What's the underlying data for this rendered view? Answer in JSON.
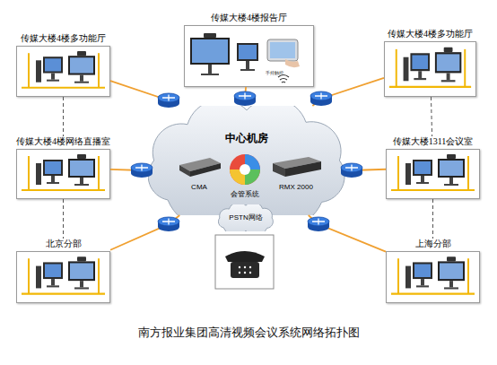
{
  "diagram": {
    "title": "南方报业集团高清视频会议系统网络拓扑图",
    "nodes": [
      {
        "text": [
          "传媒大楼4楼多功能厅"
        ]
      },
      {
        "text": [
          "传媒大楼4楼报告厅"
        ]
      },
      {
        "text": [
          "传媒大楼4楼多功能厅"
        ]
      },
      {
        "text": [
          "传媒大楼4楼网络直播室"
        ]
      },
      {
        "text": [
          "中心机房"
        ]
      },
      {
        "text": [
          "CMA"
        ],
        "in": 4
      },
      {
        "text": [
          "会管系统"
        ],
        "in": 4
      },
      {
        "text": [
          "RMX 2000"
        ],
        "in": 4
      },
      {
        "text": [
          "传媒大楼1311会议室"
        ]
      },
      {
        "text": [
          "PSTN网络"
        ]
      },
      {
        "text": [
          "北京分部"
        ]
      },
      {
        "text": [
          "上海分部"
        ]
      }
    ],
    "edges": [
      {
        "from": 0,
        "to": 4,
        "arrow": "none"
      },
      {
        "from": 1,
        "to": 4,
        "arrow": "none"
      },
      {
        "from": 2,
        "to": 4,
        "arrow": "none"
      },
      {
        "from": 3,
        "to": 4,
        "arrow": "none"
      },
      {
        "from": 8,
        "to": 4,
        "arrow": "none"
      },
      {
        "from": 10,
        "to": 4,
        "arrow": "none"
      },
      {
        "from": 11,
        "to": 4,
        "arrow": "none"
      },
      {
        "from": 0,
        "to": 3,
        "arrow": "none"
      },
      {
        "from": 3,
        "to": 10,
        "arrow": "none"
      },
      {
        "from": 2,
        "to": 8,
        "arrow": "none"
      },
      {
        "from": 8,
        "to": 11,
        "arrow": "none"
      }
    ],
    "labels": [
      "手持触控"
    ]
  }
}
